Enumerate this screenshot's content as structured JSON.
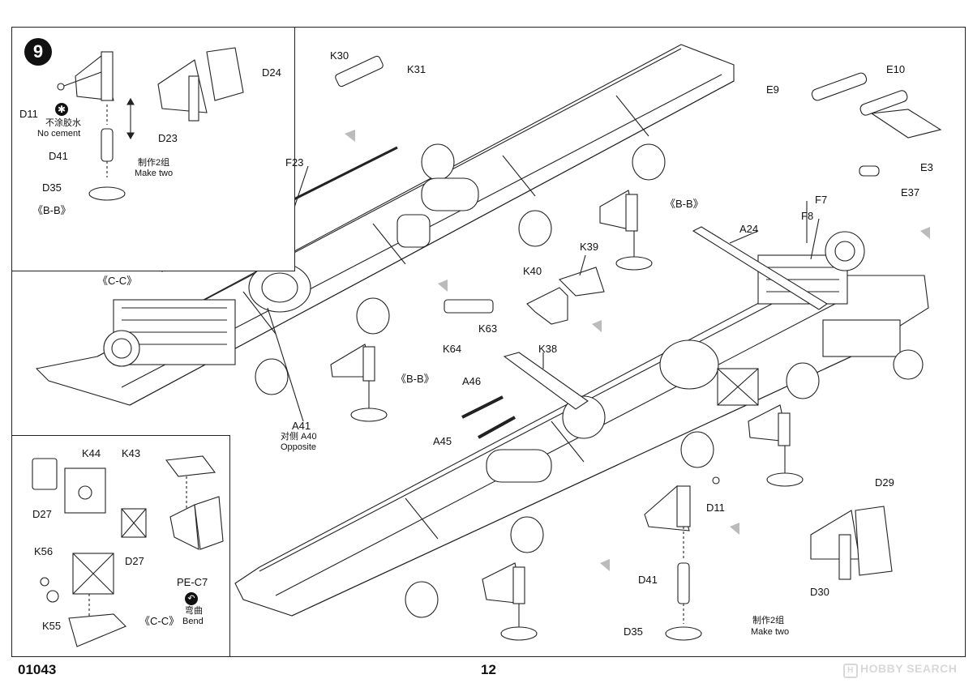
{
  "step": {
    "number": "9"
  },
  "labels": {
    "inset9": [
      "D11",
      "D41",
      "D35",
      "D24",
      "D23",
      "《B-B》"
    ],
    "top": [
      "K30",
      "K31",
      "E9",
      "E10",
      "E3",
      "E37",
      "F23",
      "F8",
      "F7",
      "A24"
    ],
    "middle": [
      "K40",
      "K39",
      "K63",
      "K64",
      "K38",
      "A46",
      "A45",
      "A41"
    ],
    "insetCC": [
      "K44",
      "K43",
      "D27",
      "D27",
      "K56",
      "K55",
      "PE-C7"
    ],
    "right": [
      "D11",
      "D41",
      "D35",
      "D29",
      "D30"
    ],
    "callouts": [
      "《C-C》",
      "《B-B》",
      "《B-B》",
      "《C-C》"
    ]
  },
  "notes": {
    "no_cement_cn": "不涂胶水",
    "no_cement_en": "No cement",
    "make_two_cn": "制作2组",
    "make_two_en": "Make two",
    "opposite_cn": "对侧 A40",
    "opposite_en": "Opposite",
    "bend_cn": "弯曲",
    "bend_en": "Bend"
  },
  "footer": {
    "product_code": "01043",
    "page_number": "12",
    "watermark": "HOBBY SEARCH"
  },
  "icons": {
    "no_cement": "no-cement-icon",
    "bend": "bend-icon"
  }
}
